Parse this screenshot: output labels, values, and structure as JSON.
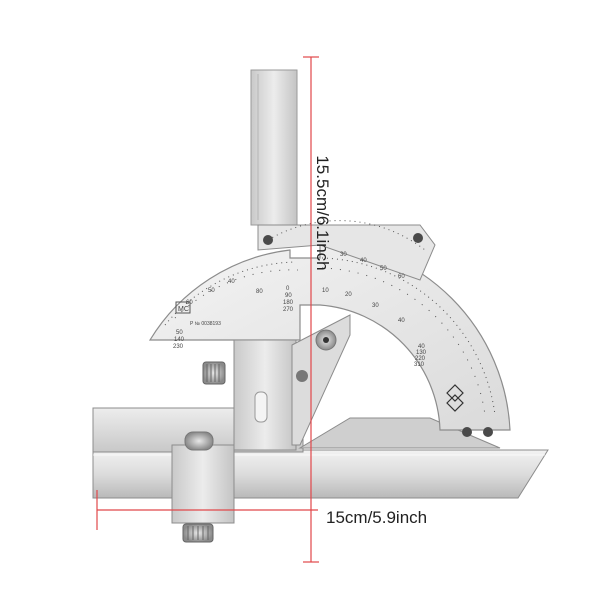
{
  "dimensions": {
    "height_label": "15.5cm/6.1inch",
    "width_label": "15cm/5.9inch",
    "line_color": "#e1474a"
  },
  "protractor": {
    "logo_text": "MC",
    "serial_text": "P № 0038193",
    "outer_scale_labels": [
      "0",
      "10",
      "20",
      "30",
      "40",
      "50",
      "60",
      "70",
      "80"
    ],
    "inner_scale_labels": [
      "0",
      "10",
      "20",
      "30",
      "40",
      "50",
      "60",
      "70",
      "80"
    ],
    "center_stack": [
      "0",
      "90",
      "180",
      "270"
    ],
    "left_stack": [
      "50",
      "140",
      "230"
    ],
    "right_stack": [
      "40",
      "130",
      "220",
      "310"
    ]
  },
  "colors": {
    "steel_light": "#f1f1f1",
    "steel_mid": "#d7d7d7",
    "steel_dark": "#a6a6a6",
    "outline": "#8c8c8c",
    "screw": "#3d3d3d"
  }
}
